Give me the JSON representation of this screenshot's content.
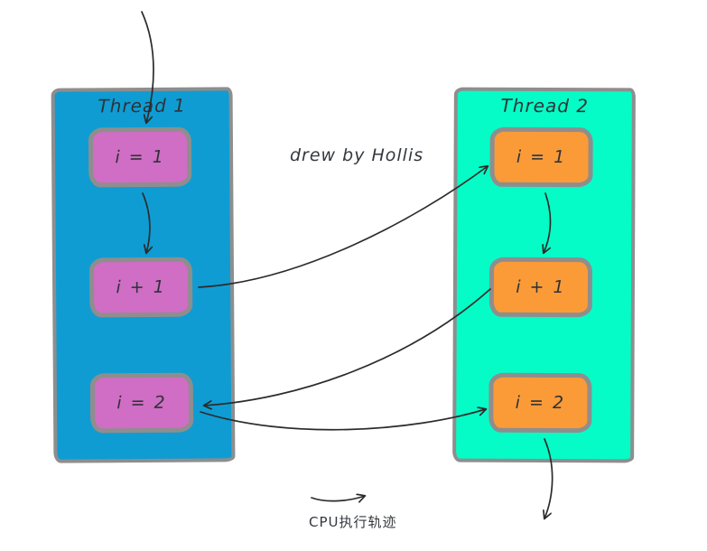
{
  "diagram": {
    "watermark": "drew by Hollis",
    "threads": [
      {
        "title": "Thread 1",
        "panel_color": "#0f9cd3",
        "box_color": "#d06dc4",
        "boxes": [
          "i = 1",
          "i + 1",
          "i = 2"
        ]
      },
      {
        "title": "Thread 2",
        "panel_color": "#06fcc6",
        "box_color": "#fa9b38",
        "boxes": [
          "i = 1",
          "i + 1",
          "i = 2"
        ]
      }
    ],
    "legend": {
      "symbol": "right-curved-arrow",
      "label": "CPU执行轨迹"
    },
    "colors": {
      "panel_border": "#8e8e8e",
      "box_border": "#8e8e8e",
      "arrow": "#2b2b2b",
      "text": "#2e3338",
      "background": "#ffffff"
    }
  }
}
